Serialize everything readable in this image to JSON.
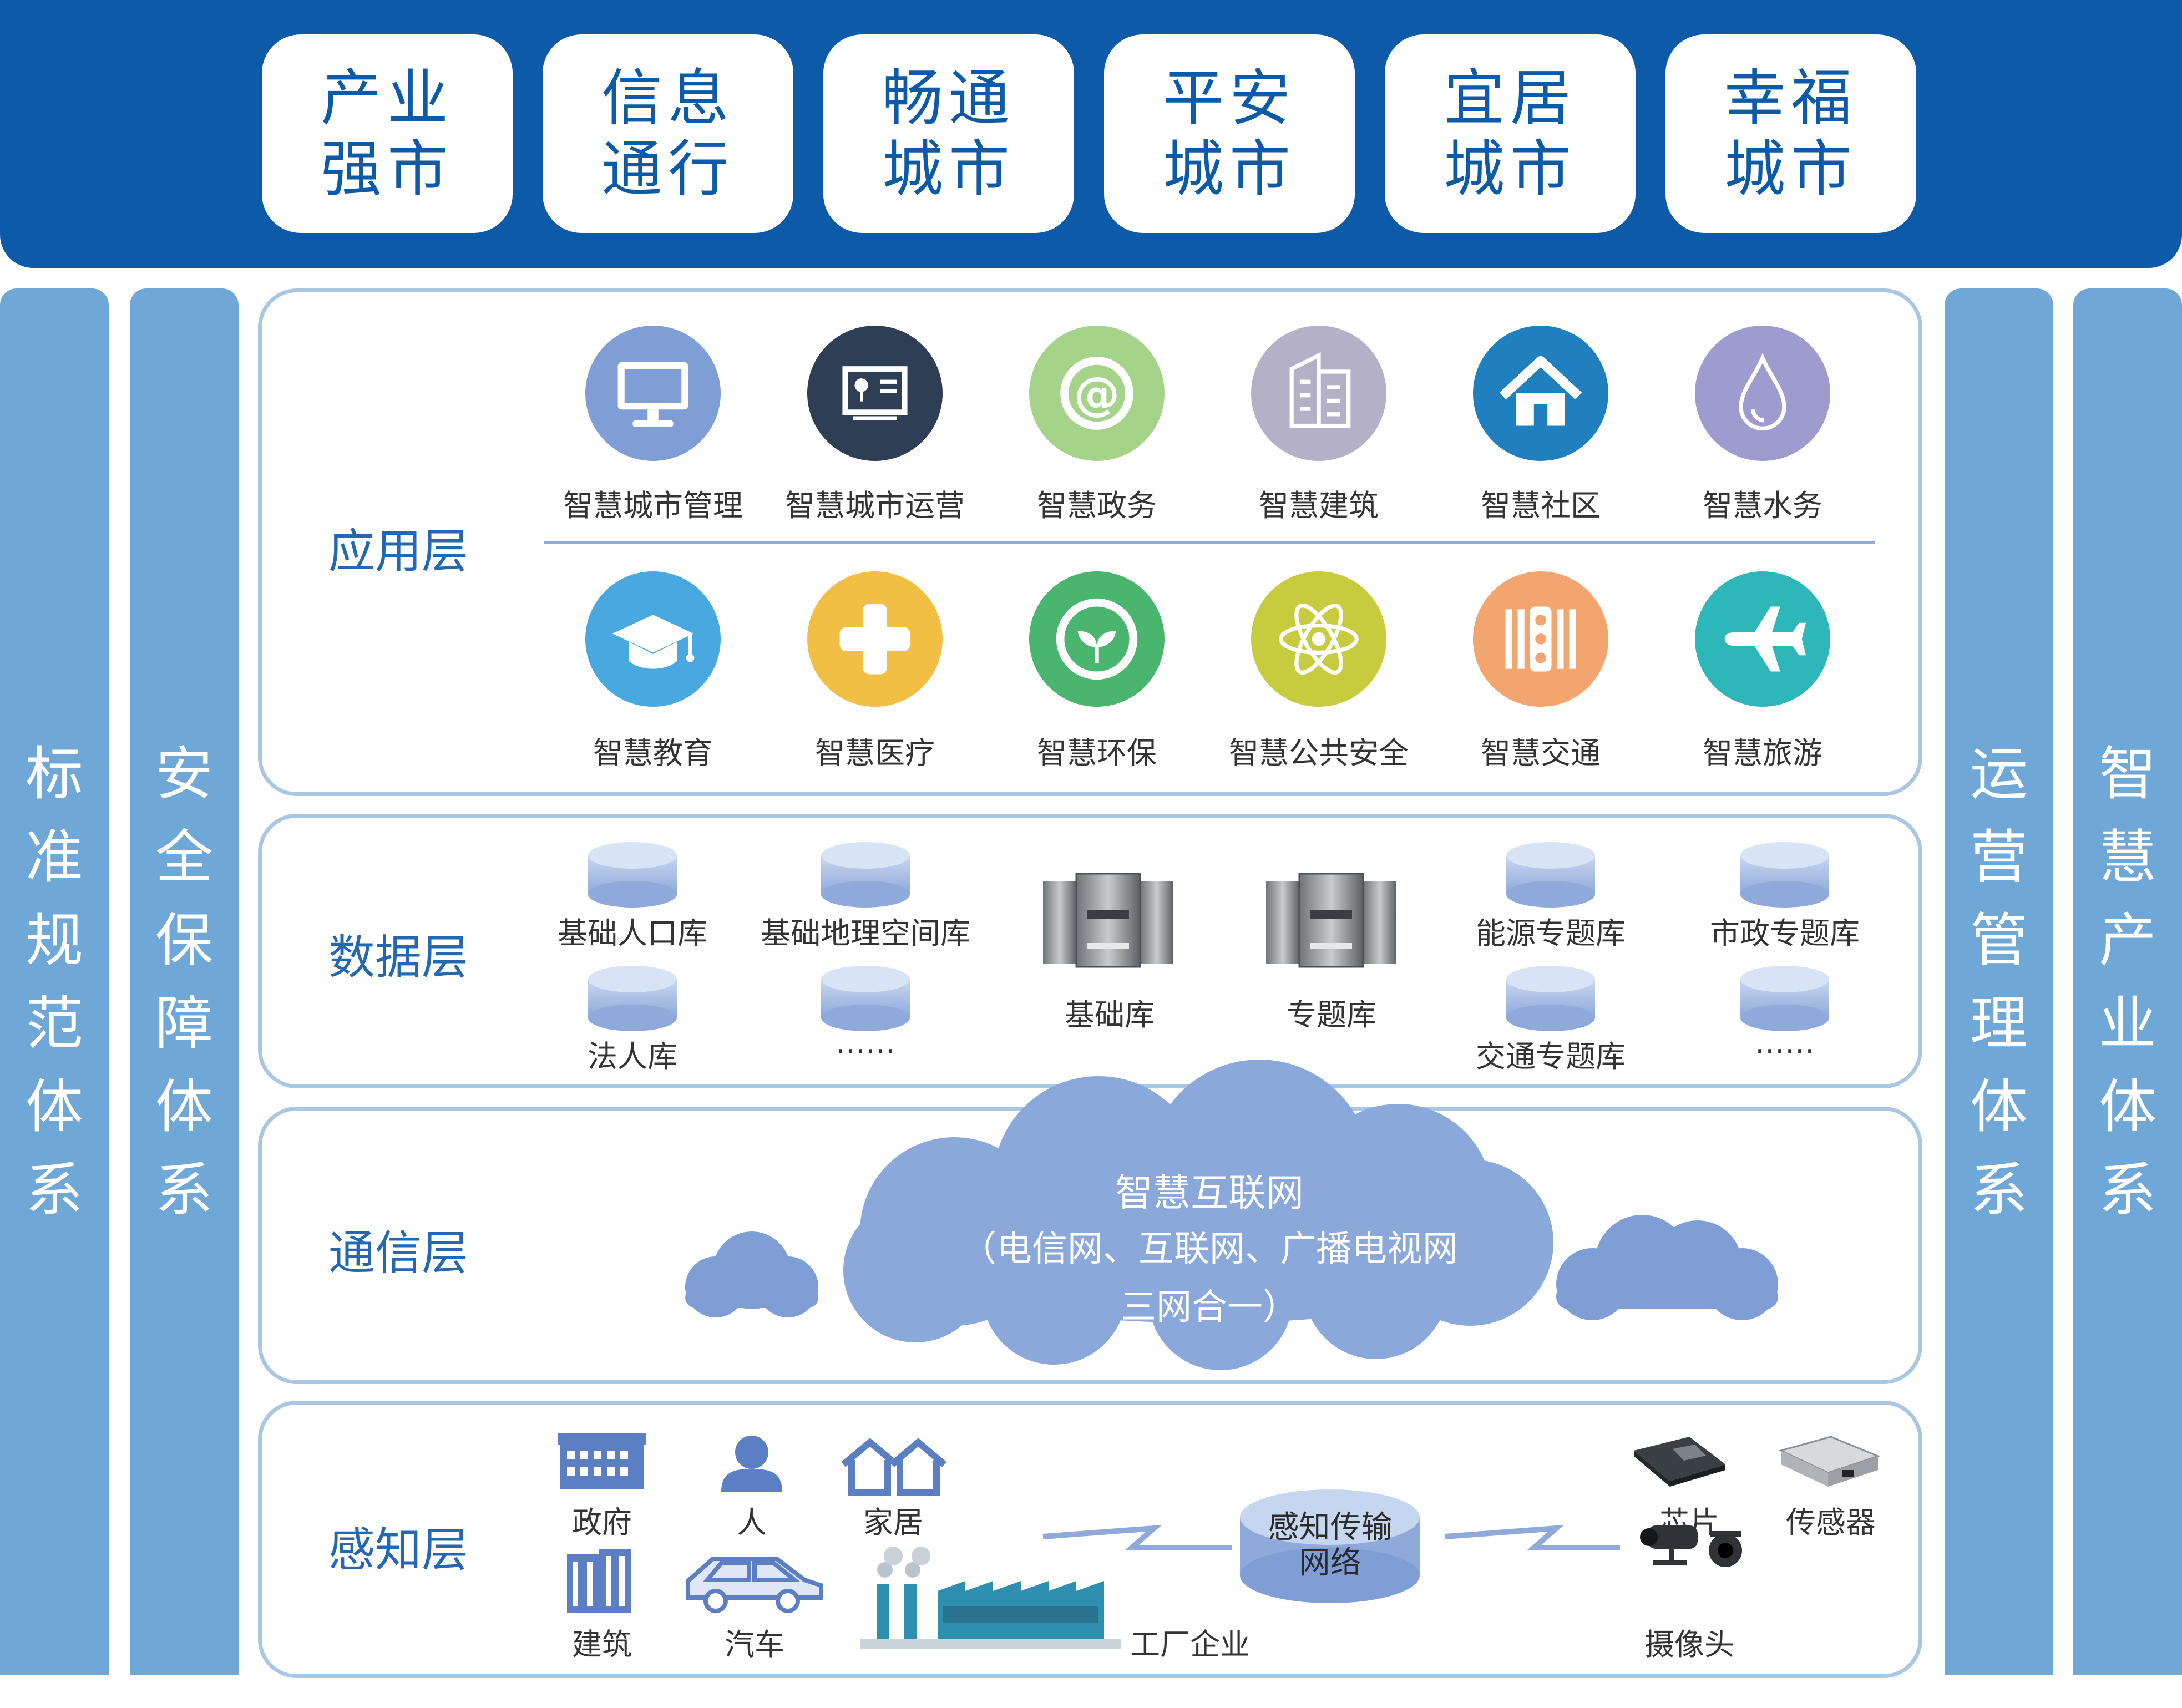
{
  "goals": [
    {
      "line1": "产业",
      "line2": "强市"
    },
    {
      "line1": "信息",
      "line2": "通行"
    },
    {
      "line1": "畅通",
      "line2": "城市"
    },
    {
      "line1": "平安",
      "line2": "城市"
    },
    {
      "line1": "宜居",
      "line2": "城市"
    },
    {
      "line1": "幸福",
      "line2": "城市"
    }
  ],
  "side_columns": {
    "left_outer": [
      "标",
      "准",
      "规",
      "范",
      "体",
      "系"
    ],
    "left_inner": [
      "安",
      "全",
      "保",
      "障",
      "体",
      "系"
    ],
    "right_inner": [
      "运",
      "营",
      "管",
      "理",
      "体",
      "系"
    ],
    "right_outer": [
      "智",
      "慧",
      "产",
      "业",
      "体",
      "系"
    ]
  },
  "layers": {
    "application": {
      "title": "应用层",
      "row1": [
        {
          "label": "智慧城市管理",
          "icon": "monitor-icon",
          "color": "#7f9ed6"
        },
        {
          "label": "智慧城市运营",
          "icon": "control-panel-icon",
          "color": "#2e3f55"
        },
        {
          "label": "智慧政务",
          "icon": "at-sign-icon",
          "color": "#a6d38a"
        },
        {
          "label": "智慧建筑",
          "icon": "building-icon",
          "color": "#b3b0c8"
        },
        {
          "label": "智慧社区",
          "icon": "house-icon",
          "color": "#1f7fbf"
        },
        {
          "label": "智慧水务",
          "icon": "water-drop-icon",
          "color": "#9e9bcf"
        }
      ],
      "row2": [
        {
          "label": "智慧教育",
          "icon": "graduation-cap-icon",
          "color": "#4aa8e0"
        },
        {
          "label": "智慧医疗",
          "icon": "medical-cross-icon",
          "color": "#f2bf45"
        },
        {
          "label": "智慧环保",
          "icon": "recycle-leaf-icon",
          "color": "#4ab56f"
        },
        {
          "label": "智慧公共安全",
          "icon": "atom-icon",
          "color": "#c7cc3e"
        },
        {
          "label": "智慧交通",
          "icon": "traffic-light-icon",
          "color": "#f3a56f"
        },
        {
          "label": "智慧旅游",
          "icon": "airplane-icon",
          "color": "#2db7b8"
        }
      ]
    },
    "data": {
      "title": "数据层",
      "items": [
        "基础人口库",
        "基础地理空间库",
        "法人库",
        "……",
        "基础库",
        "专题库",
        "能源专题库",
        "市政专题库",
        "交通专题库",
        "……"
      ]
    },
    "communication": {
      "title": "通信层",
      "cloud_line1": "智慧互联网",
      "cloud_line2": "（电信网、互联网、广播电视网",
      "cloud_line3": "三网合一）"
    },
    "perception": {
      "title": "感知层",
      "items": [
        "政府",
        "人",
        "家居",
        "建筑",
        "汽车",
        "工厂企业",
        "芯片",
        "传感器",
        "摄像头"
      ],
      "network_line1": "感知传输",
      "network_line2": "网络"
    }
  }
}
